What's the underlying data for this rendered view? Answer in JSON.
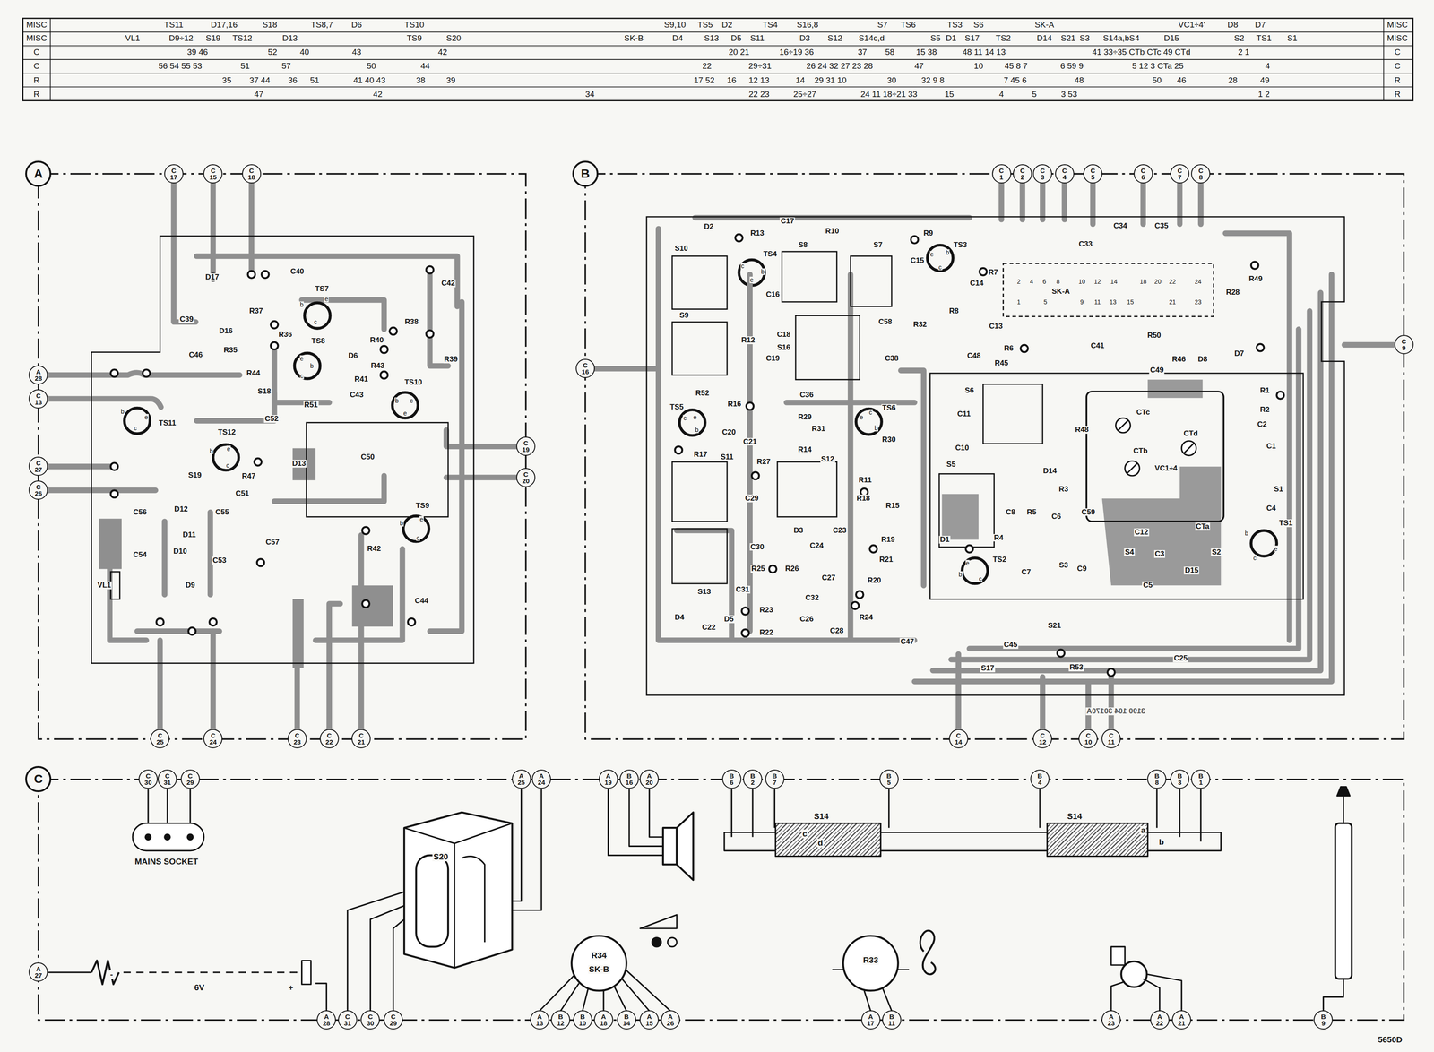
{
  "diagram": {
    "nodes": [
      {
        "text": [
          "A"
        ]
      },
      {
        "text": [
          "C 17"
        ],
        "in": 0
      },
      {
        "text": [
          "C 15"
        ],
        "in": 0
      },
      {
        "text": [
          "C 18"
        ],
        "in": 0
      },
      {
        "text": [
          "A 28"
        ],
        "in": 0
      },
      {
        "text": [
          "C 13"
        ],
        "in": 0
      },
      {
        "text": [
          "C 27"
        ],
        "in": 0
      },
      {
        "text": [
          "C 26"
        ],
        "in": 0
      },
      {
        "text": [
          "C 19"
        ],
        "in": 0
      },
      {
        "text": [
          "C 20"
        ],
        "in": 0
      },
      {
        "text": [
          "C 25"
        ],
        "in": 0
      },
      {
        "text": [
          "C 24"
        ],
        "in": 0
      },
      {
        "text": [
          "C 23"
        ],
        "in": 0
      },
      {
        "text": [
          "C 22"
        ],
        "in": 0
      },
      {
        "text": [
          "C 21"
        ],
        "in": 0
      },
      {
        "text": [
          "B"
        ]
      },
      {
        "text": [
          "C 1"
        ],
        "in": 15
      },
      {
        "text": [
          "C 2"
        ],
        "in": 15
      },
      {
        "text": [
          "C 3"
        ],
        "in": 15
      },
      {
        "text": [
          "C 4"
        ],
        "in": 15
      },
      {
        "text": [
          "C 5"
        ],
        "in": 15
      },
      {
        "text": [
          "C 6"
        ],
        "in": 15
      },
      {
        "text": [
          "C 7"
        ],
        "in": 15
      },
      {
        "text": [
          "C 8"
        ],
        "in": 15
      },
      {
        "text": [
          "C 16"
        ],
        "in": 15
      },
      {
        "text": [
          "C 9"
        ],
        "in": 15
      },
      {
        "text": [
          "C 14"
        ],
        "in": 15
      },
      {
        "text": [
          "C 12"
        ],
        "in": 15
      },
      {
        "text": [
          "C 10"
        ],
        "in": 15
      },
      {
        "text": [
          "C 11"
        ],
        "in": 15
      },
      {
        "text": [
          "C"
        ]
      },
      {
        "text": [
          "C 30"
        ],
        "in": 30
      },
      {
        "text": [
          "C 31"
        ],
        "in": 30
      },
      {
        "text": [
          "C 29"
        ],
        "in": 30
      },
      {
        "text": [
          "A 25"
        ],
        "in": 30
      },
      {
        "text": [
          "A 24"
        ],
        "in": 30
      },
      {
        "text": [
          "A 19"
        ],
        "in": 30
      },
      {
        "text": [
          "B 16"
        ],
        "in": 30
      },
      {
        "text": [
          "A 20"
        ],
        "in": 30
      },
      {
        "text": [
          "B 6"
        ],
        "in": 30
      },
      {
        "text": [
          "B 2"
        ],
        "in": 30
      },
      {
        "text": [
          "B 7"
        ],
        "in": 30
      },
      {
        "text": [
          "B 5"
        ],
        "in": 30
      },
      {
        "text": [
          "B 4"
        ],
        "in": 30
      },
      {
        "text": [
          "B 8"
        ],
        "in": 30
      },
      {
        "text": [
          "B 3"
        ],
        "in": 30
      },
      {
        "text": [
          "B 1"
        ],
        "in": 30
      },
      {
        "text": [
          "A 27"
        ],
        "in": 30
      },
      {
        "text": [
          "A 28"
        ],
        "in": 30
      },
      {
        "text": [
          "C 31"
        ],
        "in": 30
      },
      {
        "text": [
          "C 30"
        ],
        "in": 30
      },
      {
        "text": [
          "C 29"
        ],
        "in": 30
      },
      {
        "text": [
          "A 13"
        ],
        "in": 30
      },
      {
        "text": [
          "B 12"
        ],
        "in": 30
      },
      {
        "text": [
          "B 10"
        ],
        "in": 30
      },
      {
        "text": [
          "A 18"
        ],
        "in": 30
      },
      {
        "text": [
          "B 14"
        ],
        "in": 30
      },
      {
        "text": [
          "A 15"
        ],
        "in": 30
      },
      {
        "text": [
          "A 26"
        ],
        "in": 30
      },
      {
        "text": [
          "A 17"
        ],
        "in": 30
      },
      {
        "text": [
          "B 11"
        ],
        "in": 30
      },
      {
        "text": [
          "A 23"
        ],
        "in": 30
      },
      {
        "text": [
          "A 22"
        ],
        "in": 30
      },
      {
        "text": [
          "A 21"
        ],
        "in": 30
      },
      {
        "text": [
          "B 9"
        ],
        "in": 30
      }
    ],
    "labels": [
      "MISC",
      "MISC",
      "C",
      "C",
      "R",
      "R",
      "MISC",
      "MISC",
      "C",
      "C",
      "R",
      "R",
      "TS11",
      "D17,16",
      "S18",
      "TS8,7",
      "D6",
      "TS10",
      "S9,10",
      "TS5",
      "D2",
      "TS4",
      "S16,8",
      "S7",
      "TS6",
      "TS3",
      "S6",
      "SK-A",
      "VC1÷4'",
      "D8",
      "D7",
      "VL1",
      "D9÷12",
      "S19",
      "TS12",
      "D13",
      "TS9",
      "S20",
      "SK-B",
      "D4",
      "S13",
      "D5",
      "S11",
      "D3",
      "S12",
      "S14c,d",
      "S5",
      "D1",
      "S17",
      "TS2",
      "D14",
      "S21",
      "S3",
      "S14a,bS4",
      "D15",
      "S2",
      "TS1",
      "S1",
      "39 46",
      "52",
      "40",
      "43",
      "42",
      "20 21",
      "16÷19 36",
      "37",
      "58",
      "15 38",
      "48 11 14 13",
      "41 33÷35 CTb CTc 49 CTd",
      "2 1",
      "56 54 55 53",
      "51",
      "57",
      "50",
      "44",
      "22",
      "29÷31",
      "26 24 32 27 23 28",
      "47",
      "10",
      "45 8 7",
      "6 59 9",
      "5 12 3 CTa 25",
      "4",
      "35",
      "37 44",
      "36",
      "51",
      "41 40 43",
      "38",
      "39",
      "17 52",
      "16",
      "12 13",
      "14",
      "29 31 10",
      "30",
      "32 9 8",
      "7 45 6",
      "48",
      "50",
      "46",
      "28",
      "49",
      "47",
      "42",
      "34",
      "22 23",
      "25÷27",
      "24 11 18÷21 33",
      "15",
      "4",
      "5",
      "3 53",
      "1 2",
      "D17",
      "C40",
      "C42",
      "TS7",
      "C39",
      "D16",
      "R37",
      "R38",
      "TS8",
      "R40",
      "D6",
      "R36",
      "C46",
      "R35",
      "R44",
      "R43",
      "R41",
      "R39",
      "S18",
      "R51",
      "C43",
      "TS10",
      "TS11",
      "C52",
      "TS12",
      "S19",
      "D13",
      "R47",
      "C50",
      "C51",
      "C56",
      "D12",
      "C55",
      "D11",
      "C54",
      "D10",
      "C53",
      "D9",
      "C57",
      "TS9",
      "R42",
      "VL1",
      "C44",
      "b",
      "e",
      "c",
      "e",
      "b",
      "c",
      "b",
      "c",
      "e",
      "b",
      "e",
      "c",
      "b",
      "e",
      "c",
      "b",
      "e",
      "c",
      "D2",
      "R13",
      "C17",
      "R10",
      "R9",
      "TS3",
      "S10",
      "TS4",
      "S8",
      "S7",
      "C15",
      "C16",
      "R12",
      "C14",
      "R7",
      "R8",
      "SK-A",
      "C33",
      "C34",
      "C35",
      "R28",
      "R49",
      "S9",
      "C18",
      "S16",
      "C58",
      "R32",
      "C13",
      "C19",
      "C48",
      "R6",
      "C38",
      "C41",
      "R50",
      "R46",
      "D8",
      "D7",
      "R45",
      "C49",
      "R52",
      "C36",
      "S6",
      "C11",
      "R29",
      "R31",
      "TS6",
      "R30",
      "TS5",
      "R16",
      "C20",
      "C21",
      "R14",
      "R17",
      "S11",
      "R27",
      "C29",
      "S12",
      "R11",
      "R18",
      "R15",
      "C10",
      "S5",
      "D14",
      "R3",
      "R48",
      "CTc",
      "CTd",
      "CTb",
      "VC1÷4",
      "R1",
      "R2",
      "C2",
      "C1",
      "S1",
      "C4",
      "TS1",
      "R5",
      "C8",
      "C6",
      "C59",
      "R4",
      "D1",
      "TS2",
      "C7",
      "S3",
      "C9",
      "S4",
      "C12",
      "C3",
      "D15",
      "S2",
      "C5",
      "CTa",
      "D3",
      "C24",
      "C23",
      "R19",
      "R21",
      "C30",
      "R25",
      "R26",
      "C27",
      "R20",
      "C31",
      "C32",
      "S13",
      "R23",
      "C22",
      "D4",
      "D5",
      "R22",
      "C26",
      "C28",
      "R24",
      "C47",
      "C45",
      "S21",
      "S17",
      "R53",
      "C25",
      "3190 104 30170A",
      "2",
      "4",
      "6",
      "8",
      "10",
      "12",
      "14",
      "18",
      "20",
      "22",
      "24",
      "1",
      "5",
      "9",
      "11",
      "13",
      "15",
      "21",
      "23",
      "c",
      "e",
      "b",
      "e",
      "b",
      "c",
      "c",
      "e",
      "b",
      "e",
      "c",
      "b",
      "b",
      "c",
      "e",
      "e",
      "b",
      "c",
      "MAINS SOCKET",
      "S20",
      "S14",
      "c",
      "d",
      "S14",
      "a",
      "b",
      "6V",
      "-",
      "+",
      "R34",
      "SK-B",
      "R33",
      "5650D"
    ]
  }
}
